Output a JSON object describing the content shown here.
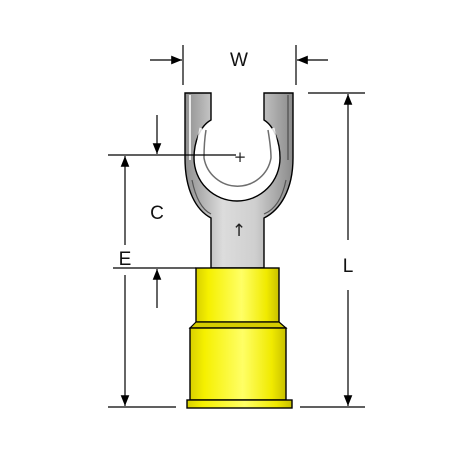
{
  "labels": {
    "width": "W",
    "overall_length": "L",
    "center_to_end": "C",
    "end_to_insulation": "E",
    "center_mark": "+",
    "direction_mark": "↑"
  },
  "colors": {
    "metal_fill": "#c0c0c0",
    "metal_highlight": "#ececec",
    "metal_shadow": "#6e6e6e",
    "insulation": "#f5f000",
    "insulation_shadow": "#b9b200",
    "insulation_highlight": "#ffff80",
    "line": "#000000"
  }
}
